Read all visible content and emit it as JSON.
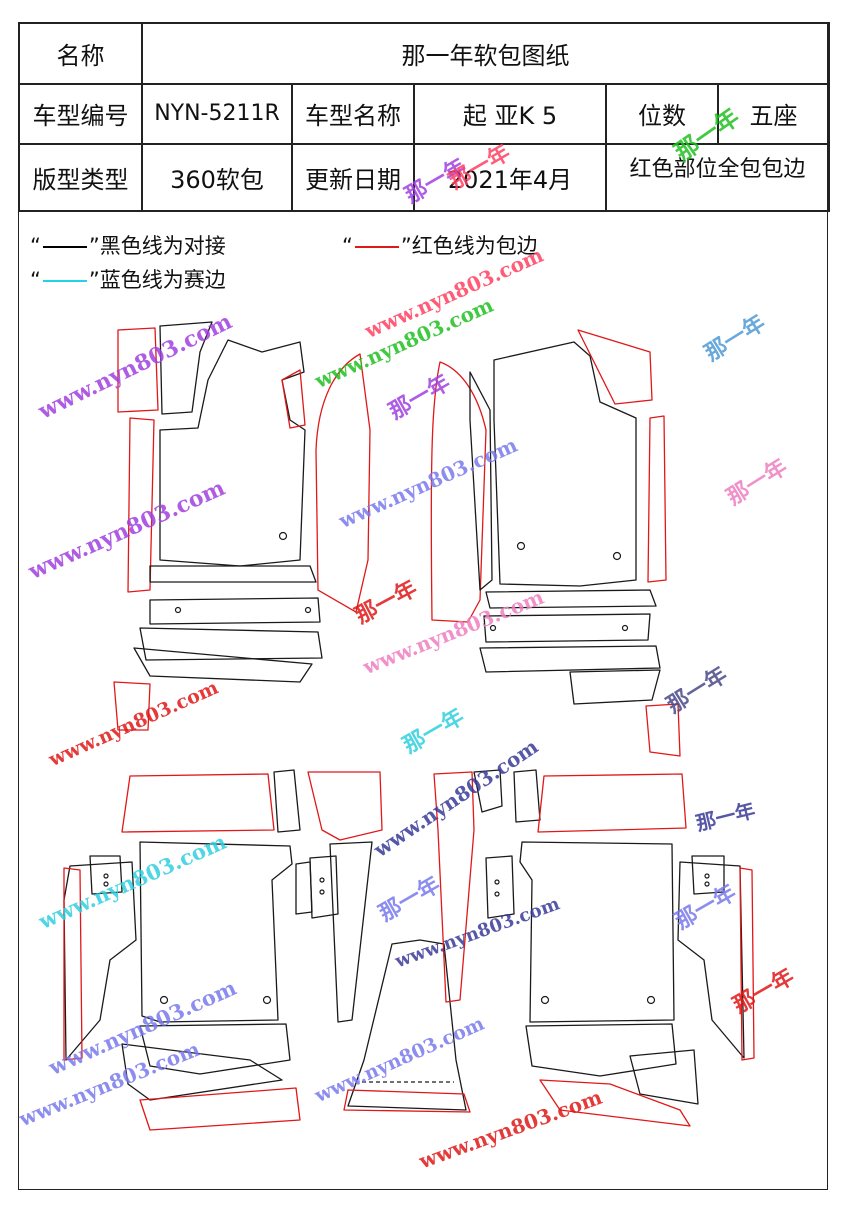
{
  "colors": {
    "black_line": "#1a1a1a",
    "red_line": "#e01818",
    "cyan_line": "#22d3e6"
  },
  "table": {
    "name_label": "名称",
    "name_value": "那一年软包图纸",
    "model_no_label": "车型编号",
    "model_no_value": "NYN-5211R",
    "model_name_label": "车型名称",
    "model_name_value": "起 亚K 5",
    "seats_label": "位数",
    "seats_value": "五座",
    "type_label": "版型类型",
    "type_value": "360软包",
    "date_label": "更新日期",
    "date_value": "2021年4月",
    "note": "红色部位全包包边"
  },
  "legend": {
    "quote_open": "“",
    "quote_close": "”",
    "black_text": "黑色线为对接",
    "red_text": "红色线为包边",
    "cyan_text": "蓝色线为赛边"
  },
  "watermarks": {
    "brand": "那一年",
    "url": "www.nyn803.com",
    "colors": [
      "#a040e0",
      "#ff4060",
      "#2050e0",
      "#20c020",
      "#30d0e0",
      "#7a7aee",
      "#3a3a9a",
      "#ee80c0",
      "#4e9ad6",
      "#e01818",
      "#4a4a8a"
    ]
  }
}
